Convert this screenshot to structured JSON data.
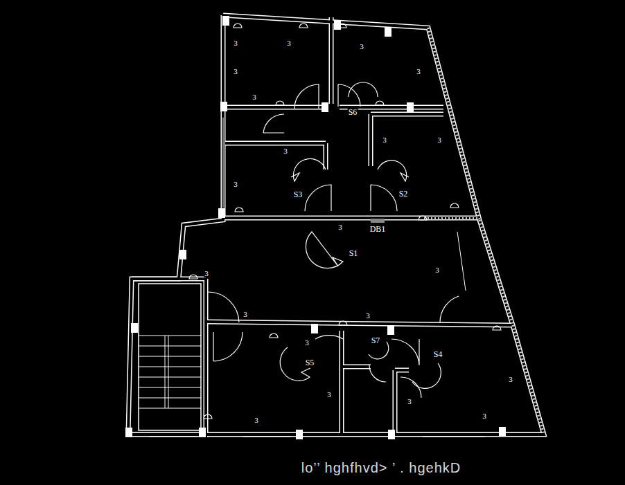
{
  "diagram": {
    "caption": "lo’’ hghfhvd> ’ . hgehkD",
    "labels": [
      "3",
      "3",
      "3",
      "3",
      "3",
      "3",
      "S6",
      "3",
      "3",
      "3",
      "3",
      "S3",
      "S2",
      "3",
      "DB1",
      "S1",
      "3",
      "3",
      "3",
      "3",
      "S7",
      "3",
      "S4",
      "S5",
      "3",
      "3",
      "3",
      "3",
      "3"
    ]
  }
}
